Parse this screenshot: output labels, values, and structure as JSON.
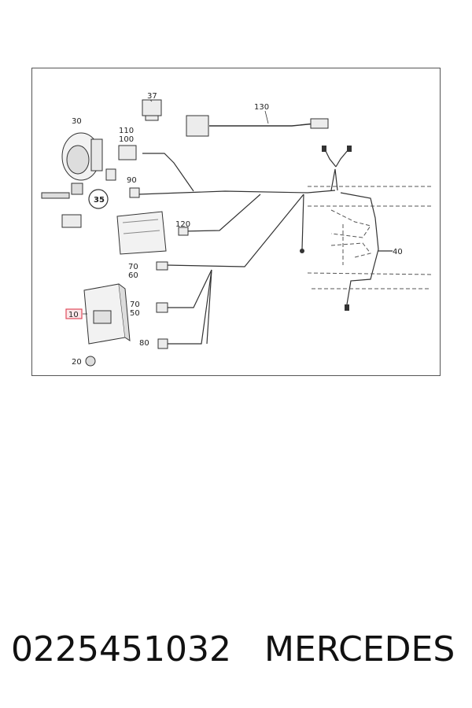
{
  "diagram": {
    "callouts": {
      "c10": "10",
      "c20": "20",
      "c30": "30",
      "c35": "35",
      "c37": "37",
      "c40": "40",
      "c50": "50",
      "c60": "60",
      "c70a": "70",
      "c70b": "70",
      "c80": "80",
      "c90": "90",
      "c100": "100",
      "c110": "110",
      "c120": "120",
      "c130": "130"
    },
    "highlight_color": "#e04a5a",
    "line_color": "#333333"
  },
  "footer": {
    "part_number": "0225451032",
    "brand": "MERCEDES"
  }
}
